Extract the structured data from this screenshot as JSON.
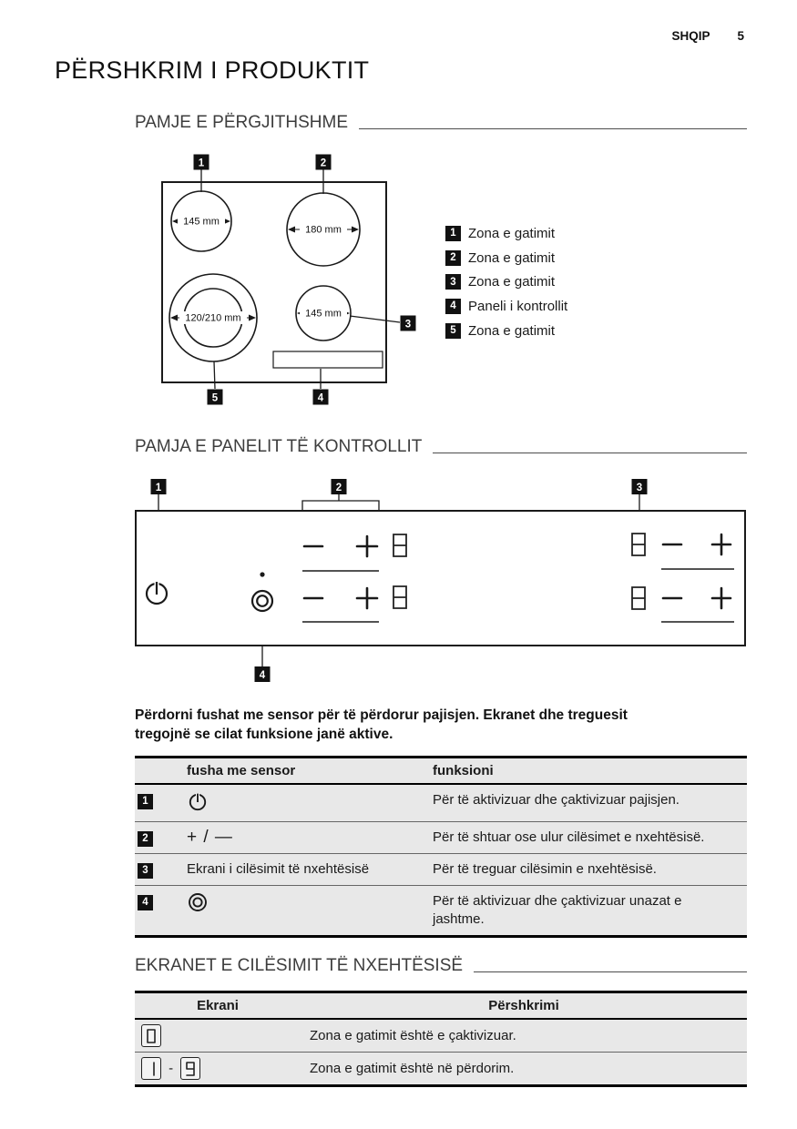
{
  "header": {
    "lang": "SHQIP",
    "page": "5"
  },
  "title": "PËRSHKRIM I PRODUKTIT",
  "overview": {
    "heading": "PAMJE E PËRGJITHSHME",
    "dims": {
      "top_left": "145 mm",
      "top_right": "180 mm",
      "bottom_left": "120/210 mm",
      "bottom_right": "145 mm"
    },
    "callouts": {
      "c1": "1",
      "c2": "2",
      "c3": "3",
      "c4": "4",
      "c5": "5"
    },
    "legend": [
      {
        "num": "1",
        "label": "Zona e gatimit"
      },
      {
        "num": "2",
        "label": "Zona e gatimit"
      },
      {
        "num": "3",
        "label": "Zona e gatimit"
      },
      {
        "num": "4",
        "label": "Paneli i kontrollit"
      },
      {
        "num": "5",
        "label": "Zona e gatimit"
      }
    ]
  },
  "panel": {
    "heading": "PAMJA E PANELIT TË KONTROLLIT",
    "callouts": {
      "c1": "1",
      "c2": "2",
      "c3": "3",
      "c4": "4"
    },
    "symbols": {
      "minus": "−",
      "plus": "+",
      "digit": "8",
      "power": "power",
      "ring": "outer-ring",
      "dot": "indicator-dot"
    }
  },
  "intro": "Përdorni fushat me sensor për të përdorur pajisjen. Ekranet dhe treguesit tregojnë se cilat funksione janë aktive.",
  "sensor_table": {
    "headers": {
      "sensor": "fusha me sensor",
      "function": "funksioni"
    },
    "rows": [
      {
        "num": "1",
        "sensor_symbol": "power",
        "function": "Për të aktivizuar dhe çaktivizuar pajisjen."
      },
      {
        "num": "2",
        "sensor_text": "+ / —",
        "function": "Për të shtuar ose ulur cilësimet e nxehtësisë."
      },
      {
        "num": "3",
        "sensor_text": "Ekrani i cilësimit të nxehtësisë",
        "function": "Për të treguar cilësimin e nxehtësisë."
      },
      {
        "num": "4",
        "sensor_symbol": "outer-ring",
        "function": "Për të aktivizuar dhe çaktivizuar unazat e jashtme."
      }
    ]
  },
  "display_table": {
    "heading": "EKRANET E CILËSIMIT TË NXEHTËSISË",
    "headers": {
      "display": "Ekrani",
      "description": "Përshkrimi"
    },
    "rows": [
      {
        "digits": [
          "0"
        ],
        "separator": "",
        "description": "Zona e gatimit është e çaktivizuar."
      },
      {
        "digits": [
          "1",
          "9"
        ],
        "separator": "-",
        "description": "Zona e gatimit është në përdorim."
      }
    ]
  }
}
